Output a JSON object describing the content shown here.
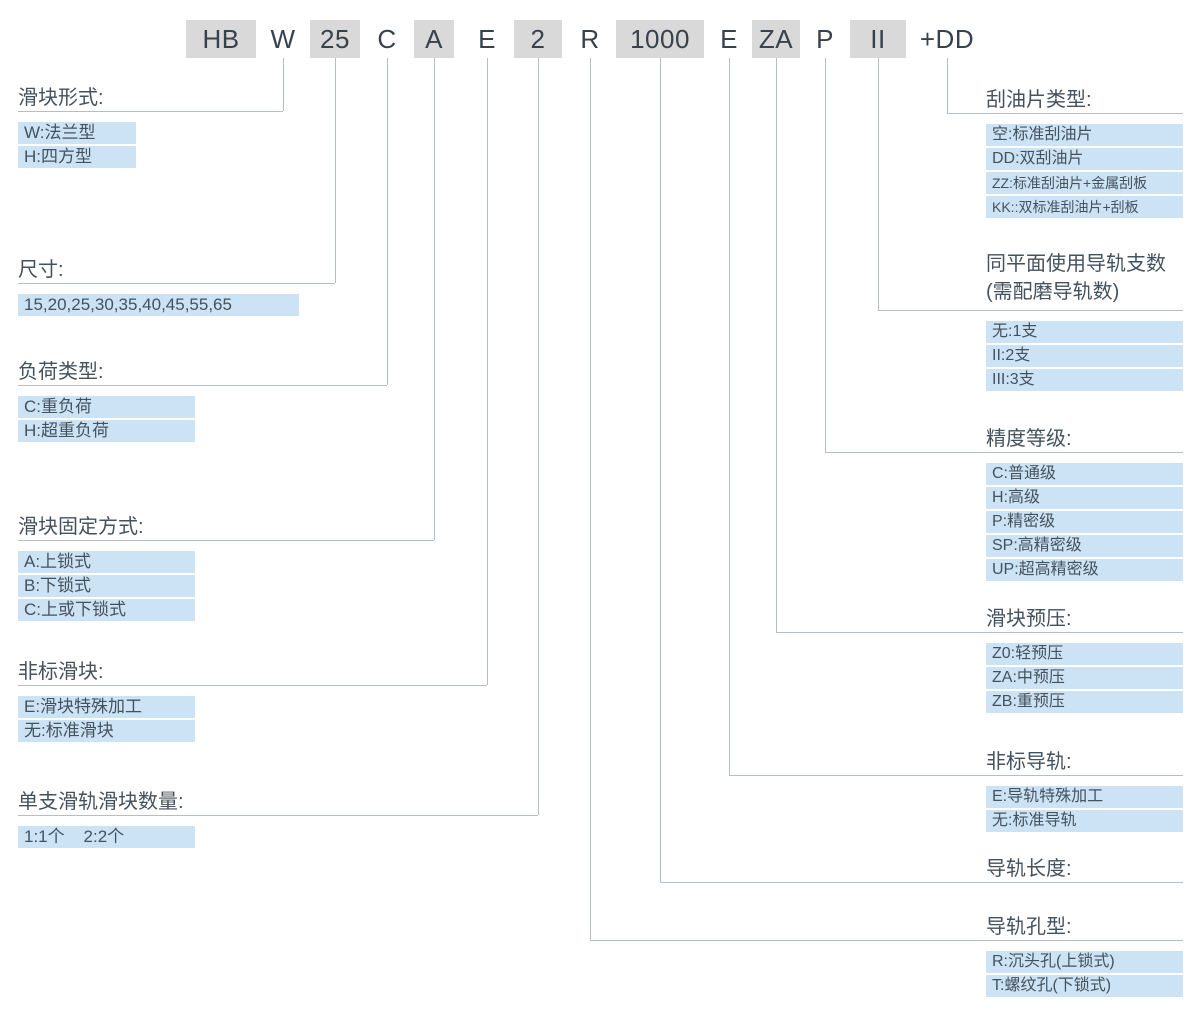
{
  "code": {
    "segments": [
      {
        "text": "HB"
      },
      {
        "text": "W"
      },
      {
        "text": "25"
      },
      {
        "text": "C"
      },
      {
        "text": "A"
      },
      {
        "text": "E"
      },
      {
        "text": "2"
      },
      {
        "text": "R"
      },
      {
        "text": "1000"
      },
      {
        "text": "E"
      },
      {
        "text": "ZA"
      },
      {
        "text": "P"
      },
      {
        "text": "II"
      },
      {
        "text": "+DD"
      }
    ]
  },
  "left_sections": [
    {
      "title": "滑块形式:",
      "items": [
        "W:法兰型",
        "H:四方型"
      ]
    },
    {
      "title": "尺寸:",
      "items": [
        "15,20,25,30,35,40,45,55,65"
      ]
    },
    {
      "title": "负荷类型:",
      "items": [
        "C:重负荷",
        "H:超重负荷"
      ]
    },
    {
      "title": "滑块固定方式:",
      "items": [
        "A:上锁式",
        "B:下锁式",
        "C:上或下锁式"
      ]
    },
    {
      "title": "非标滑块:",
      "items": [
        "E:滑块特殊加工",
        "无:标准滑块"
      ]
    },
    {
      "title": "单支滑轨滑块数量:",
      "items": [
        "1:1个    2:2个"
      ]
    }
  ],
  "right_sections": [
    {
      "title": "刮油片类型:",
      "items": [
        "空:标准刮油片",
        "DD:双刮油片",
        "ZZ:标准刮油片+金属刮板",
        "KK::双标准刮油片+刮板"
      ]
    },
    {
      "title": "同平面使用导轨支数",
      "title2": "(需配磨导轨数)",
      "items": [
        "无:1支",
        "II:2支",
        "III:3支"
      ]
    },
    {
      "title": "精度等级:",
      "items": [
        "C:普通级",
        "H:高级",
        "P:精密级",
        "SP:高精密级",
        "UP:超高精密级"
      ]
    },
    {
      "title": "滑块预压:",
      "items": [
        "Z0:轻预压",
        "ZA:中预压",
        "ZB:重预压"
      ]
    },
    {
      "title": "非标导轨:",
      "items": [
        "E:导轨特殊加工",
        "无:标准导轨"
      ]
    },
    {
      "title": "导轨长度:",
      "items": []
    },
    {
      "title": "导轨孔型:",
      "items": [
        "R:沉头孔(上锁式)",
        "T:螺纹孔(下锁式)"
      ]
    }
  ],
  "colors": {
    "highlight_bg": "#cbe3f4",
    "code_shaded_bg": "#d9d9d9",
    "line": "#b3bec7",
    "text": "#44525e"
  }
}
